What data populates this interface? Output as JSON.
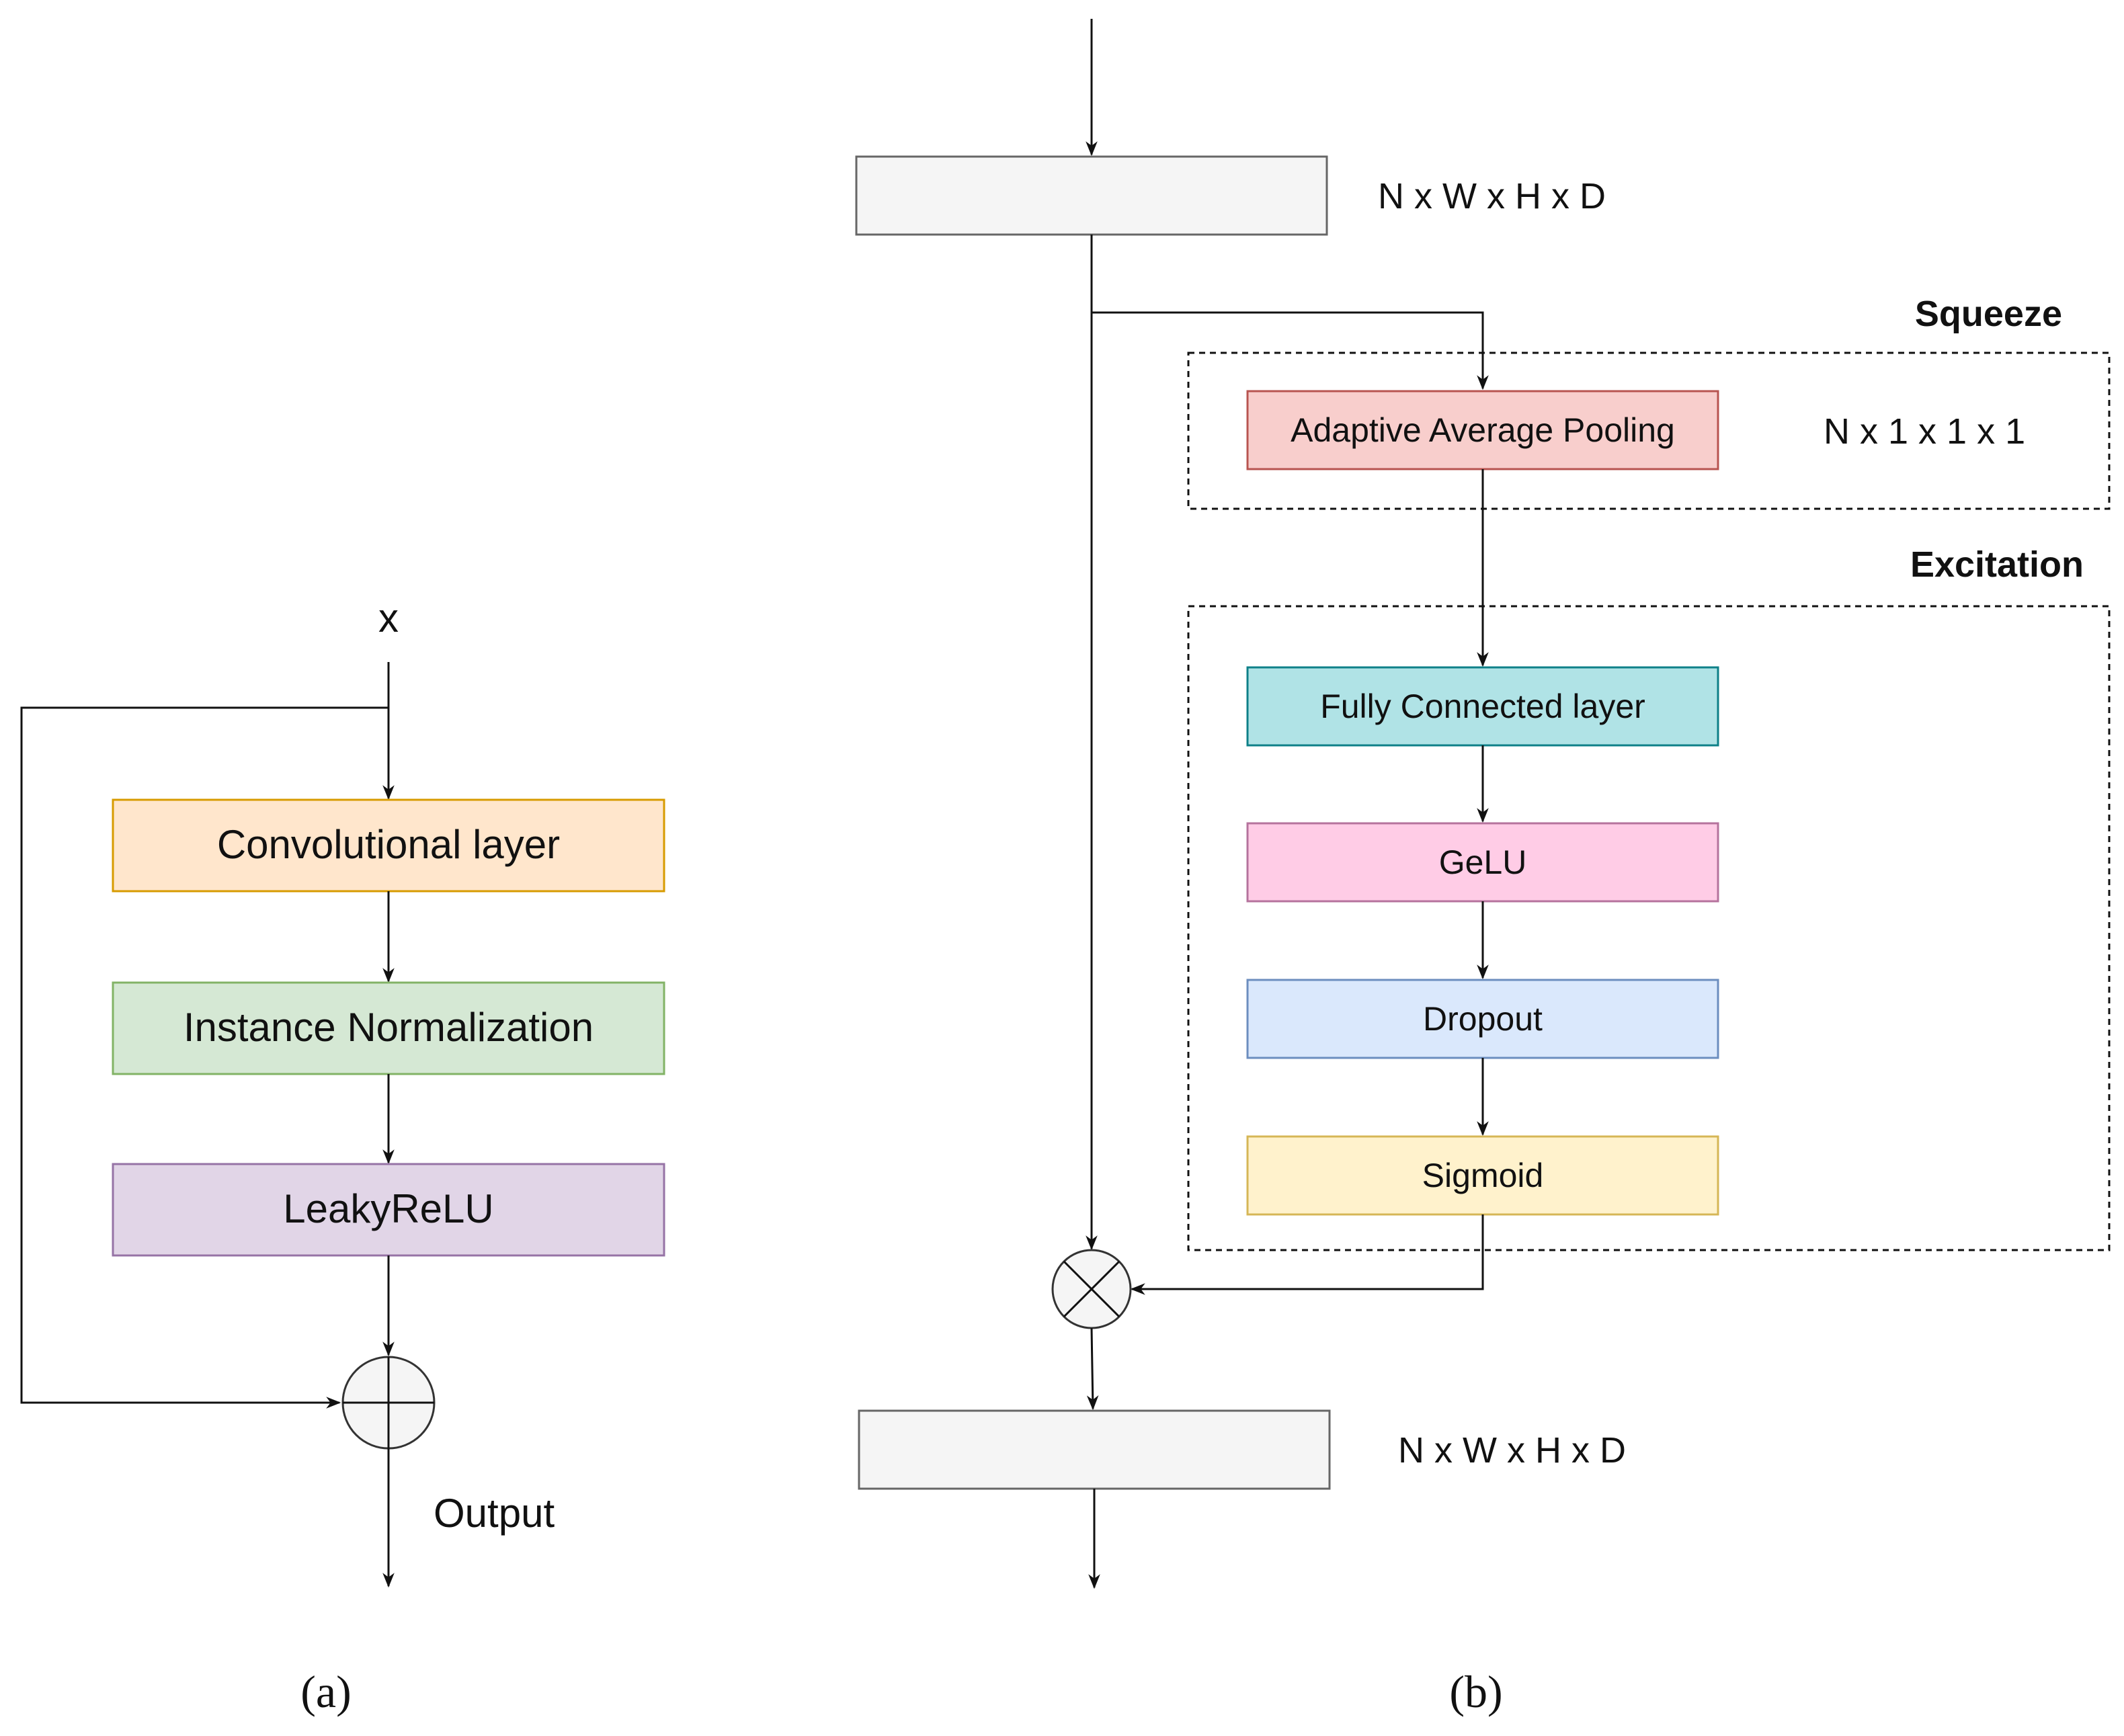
{
  "panel_a": {
    "input_label": "x",
    "blocks": [
      {
        "label": "Convolutional layer",
        "fill": "#ffe6cc",
        "stroke": "#d79b00"
      },
      {
        "label": "Instance Normalization",
        "fill": "#d5e8d4",
        "stroke": "#82b366"
      },
      {
        "label": "LeakyReLU",
        "fill": "#e1d5e7",
        "stroke": "#9673a6"
      }
    ],
    "sum_icon": "circle-plus-icon",
    "output_label": "Output",
    "caption": "(a)"
  },
  "panel_b": {
    "input_dim": "N x W x H x D",
    "output_dim": "N x W x H x D",
    "squeeze": {
      "title": "Squeeze",
      "block": {
        "label": "Adaptive Average Pooling",
        "fill": "#f8cecc",
        "stroke": "#b85450"
      },
      "dim": "N x 1 x 1 x 1"
    },
    "excitation": {
      "title": "Excitation",
      "blocks": [
        {
          "label": "Fully Connected layer",
          "fill": "#b0e3e6",
          "stroke": "#0e8088"
        },
        {
          "label": "GeLU",
          "fill": "#ffcce6",
          "stroke": "#b5739d"
        },
        {
          "label": "Dropout",
          "fill": "#dae8fc",
          "stroke": "#6c8ebf"
        },
        {
          "label": "Sigmoid",
          "fill": "#fff2cc",
          "stroke": "#d6b656"
        }
      ]
    },
    "multiply_icon": "circle-times-icon",
    "caption": "(b)",
    "tensor_fill": "#f5f5f5",
    "tensor_stroke": "#666666"
  }
}
